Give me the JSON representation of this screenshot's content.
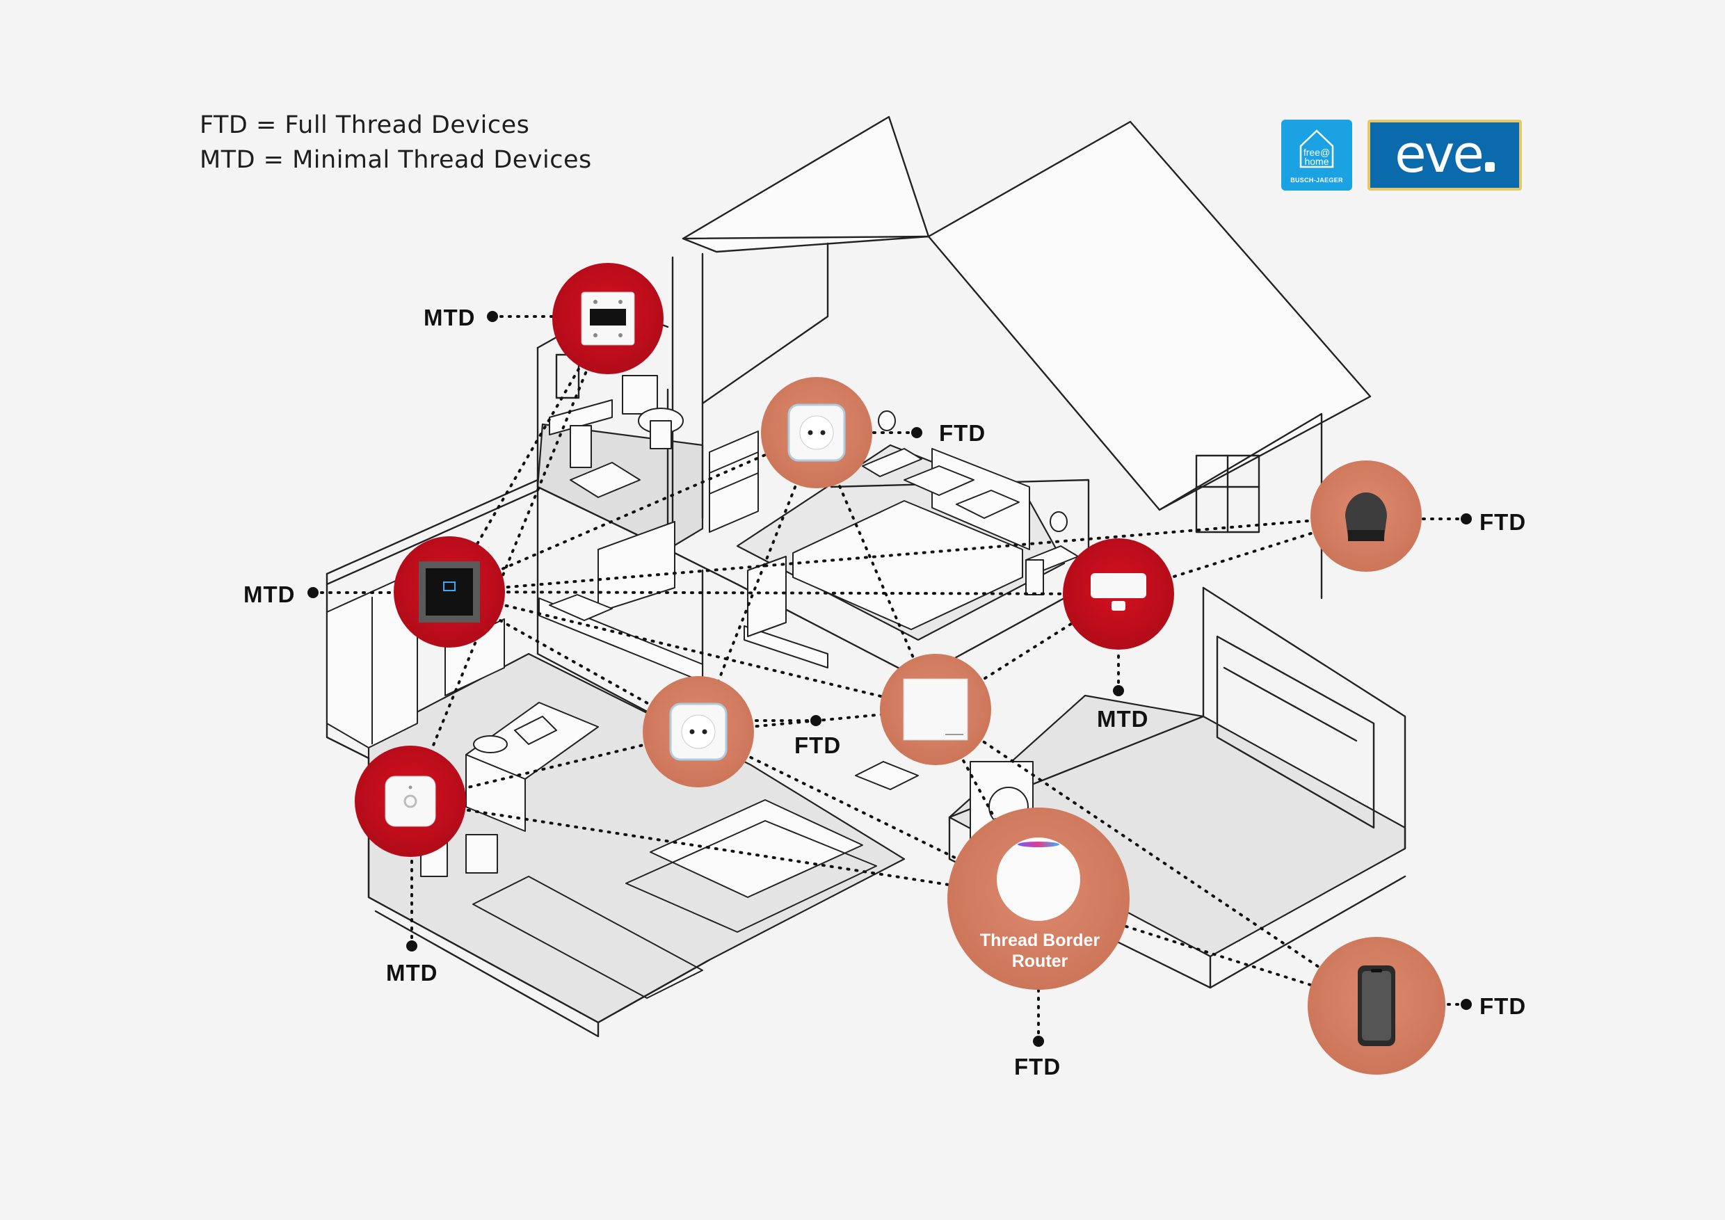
{
  "legend": {
    "ftd": "FTD = Full Thread Devices",
    "mtd": "MTD = Minimal Thread Devices"
  },
  "logos": {
    "free_home": {
      "line1": "free@",
      "line2": "home",
      "brand": "BUSCH-JAEGER"
    },
    "eve": {
      "text": "eve"
    }
  },
  "device_tags": [
    {
      "id": "thermostat",
      "role": "MTD",
      "color": "#c40d1e",
      "icon": "thermostat-icon"
    },
    {
      "id": "smart-plug-bedroom",
      "role": "FTD",
      "color": "#d37c62",
      "icon": "smart-plug-icon"
    },
    {
      "id": "smart-plug-dining",
      "role": "FTD",
      "color": "#d37c62",
      "icon": "smart-plug-icon"
    },
    {
      "id": "wall-switch",
      "role": "MTD",
      "color": "#c40d1e",
      "icon": "wall-switch-icon"
    },
    {
      "id": "motion-sensor",
      "role": "MTD",
      "color": "#c40d1e",
      "icon": "motion-sensor-icon"
    },
    {
      "id": "light-panel",
      "role": "FTD",
      "color": "#d37c62",
      "icon": "light-panel-icon"
    },
    {
      "id": "door-sensor",
      "role": "MTD",
      "color": "#c40d1e",
      "icon": "door-sensor-icon"
    },
    {
      "id": "outdoor-light",
      "role": "FTD",
      "color": "#d37c62",
      "icon": "outdoor-light-icon"
    },
    {
      "id": "thread-border-router",
      "role": "FTD",
      "color": "#d37c62",
      "icon": "homepod-icon"
    },
    {
      "id": "smartphone",
      "role": "FTD",
      "color": "#d37c62",
      "icon": "smartphone-icon"
    }
  ],
  "router_label": "Thread Border Router",
  "colors": {
    "background": "#f4f4f4",
    "mtd_red": "#c40d1e",
    "ftd_salmon": "#d37c62",
    "floor_gray": "#e3e3e3",
    "line": "#222222"
  }
}
